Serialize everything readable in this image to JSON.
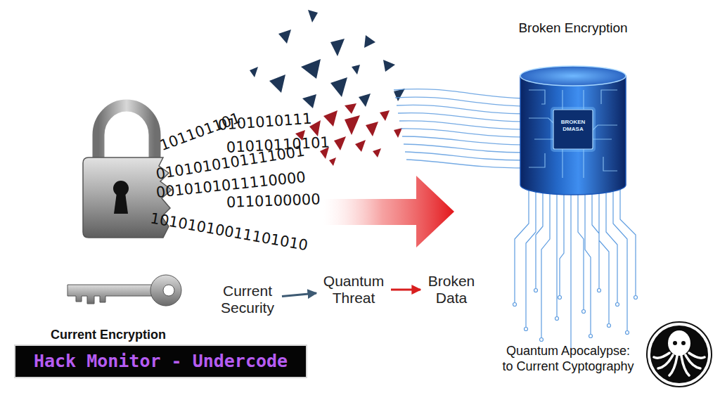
{
  "diagram": {
    "nodes": [
      {
        "text": [
          "Broken Encryption",
          "BROKEN DMASA"
        ]
      },
      {
        "text": [
          "Current Security"
        ]
      },
      {
        "text": [
          "Quantum Threat"
        ]
      },
      {
        "text": [
          "Broken Data"
        ]
      }
    ],
    "edges": [
      {
        "from": 1,
        "to": 2,
        "arrow": "to"
      },
      {
        "from": 2,
        "to": 3,
        "arrow": "to"
      }
    ],
    "labels": [
      "0101010111",
      "101101101",
      "01010110101",
      "0101010101111001",
      "0010101011110000",
      "0110100000",
      "10101010011101010",
      "Current Encryption",
      "Hack Monitor - Undercode",
      "Quantum Apocalypse: to Current Cyptography"
    ]
  }
}
